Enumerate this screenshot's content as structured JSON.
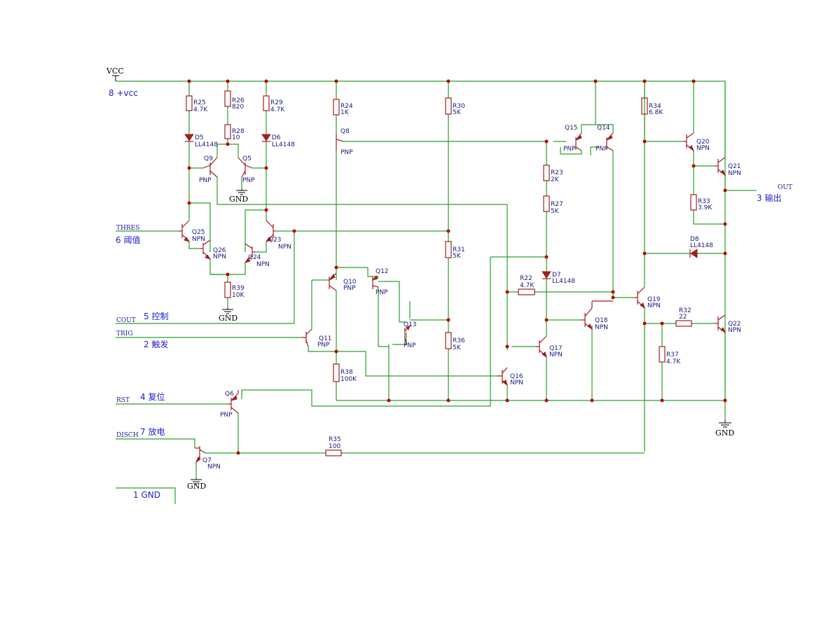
{
  "power": {
    "vcc": "VCC",
    "gnd": "GND"
  },
  "pins": {
    "vcc": "8 +vcc",
    "thres": "6 阈值",
    "cont": "5 控制",
    "trig": "2 触发",
    "reset": "4 复位",
    "disch": "7 放电",
    "gnd": "1 GND",
    "out": "3 输出"
  },
  "nets": {
    "thres": "THRES",
    "cout": "COUT",
    "trig": "TRIG",
    "rst": "RST",
    "disch": "DISCH",
    "out": "OUT"
  },
  "resistors": {
    "R25": {
      "ref": "R25",
      "val": "4.7K"
    },
    "R26": {
      "ref": "R26",
      "val": "820"
    },
    "R28": {
      "ref": "R28",
      "val": "10"
    },
    "R29": {
      "ref": "R29",
      "val": "4.7K"
    },
    "R24": {
      "ref": "R24",
      "val": "1K"
    },
    "R30": {
      "ref": "R30",
      "val": "5K"
    },
    "R23": {
      "ref": "R23",
      "val": "2K"
    },
    "R27": {
      "ref": "R27",
      "val": "5K"
    },
    "R34": {
      "ref": "R34",
      "val": "6.8K"
    },
    "R33": {
      "ref": "R33",
      "val": "3.9K"
    },
    "R31": {
      "ref": "R31",
      "val": "5K"
    },
    "R36": {
      "ref": "R36",
      "val": "5K"
    },
    "R39": {
      "ref": "R39",
      "val": "10K"
    },
    "R38": {
      "ref": "R38",
      "val": "100K"
    },
    "R22": {
      "ref": "R22",
      "val": "4.7K"
    },
    "R32": {
      "ref": "R32",
      "val": "22"
    },
    "R37": {
      "ref": "R37",
      "val": "4.7K"
    },
    "R35": {
      "ref": "R35",
      "val": "100"
    }
  },
  "diodes": {
    "D5": {
      "ref": "D5",
      "val": "LL4148"
    },
    "D6": {
      "ref": "D6",
      "val": "LL4148"
    },
    "D7": {
      "ref": "D7",
      "val": "LL4148"
    },
    "D8": {
      "ref": "D8",
      "val": "LL4148"
    }
  },
  "transistors": {
    "Q5": {
      "ref": "Q5",
      "type": "PNP"
    },
    "Q6": {
      "ref": "Q6",
      "type": "PNP"
    },
    "Q7": {
      "ref": "Q7",
      "type": "NPN"
    },
    "Q8": {
      "ref": "Q8",
      "type": "PNP"
    },
    "Q9": {
      "ref": "Q9",
      "type": "PNP"
    },
    "Q10": {
      "ref": "Q10",
      "type": "PNP"
    },
    "Q11": {
      "ref": "Q11",
      "type": "PNP"
    },
    "Q12": {
      "ref": "Q12",
      "type": "PNP"
    },
    "Q13": {
      "ref": "Q13",
      "type": "PNP"
    },
    "Q14": {
      "ref": "Q14",
      "type": "PNP"
    },
    "Q15": {
      "ref": "Q15",
      "type": "PNP"
    },
    "Q16": {
      "ref": "Q16",
      "type": "NPN"
    },
    "Q17": {
      "ref": "Q17",
      "type": "NPN"
    },
    "Q18": {
      "ref": "Q18",
      "type": "NPN"
    },
    "Q19": {
      "ref": "Q19",
      "type": "NPN"
    },
    "Q20": {
      "ref": "Q20",
      "type": "NPN"
    },
    "Q21": {
      "ref": "Q21",
      "type": "NPN"
    },
    "Q22": {
      "ref": "Q22",
      "type": "NPN"
    },
    "Q23": {
      "ref": "Q23",
      "type": "NPN"
    },
    "Q24": {
      "ref": "Q24",
      "type": "NPN"
    },
    "Q25": {
      "ref": "Q25",
      "type": "NPN"
    },
    "Q26": {
      "ref": "Q26",
      "type": "NPN"
    }
  }
}
